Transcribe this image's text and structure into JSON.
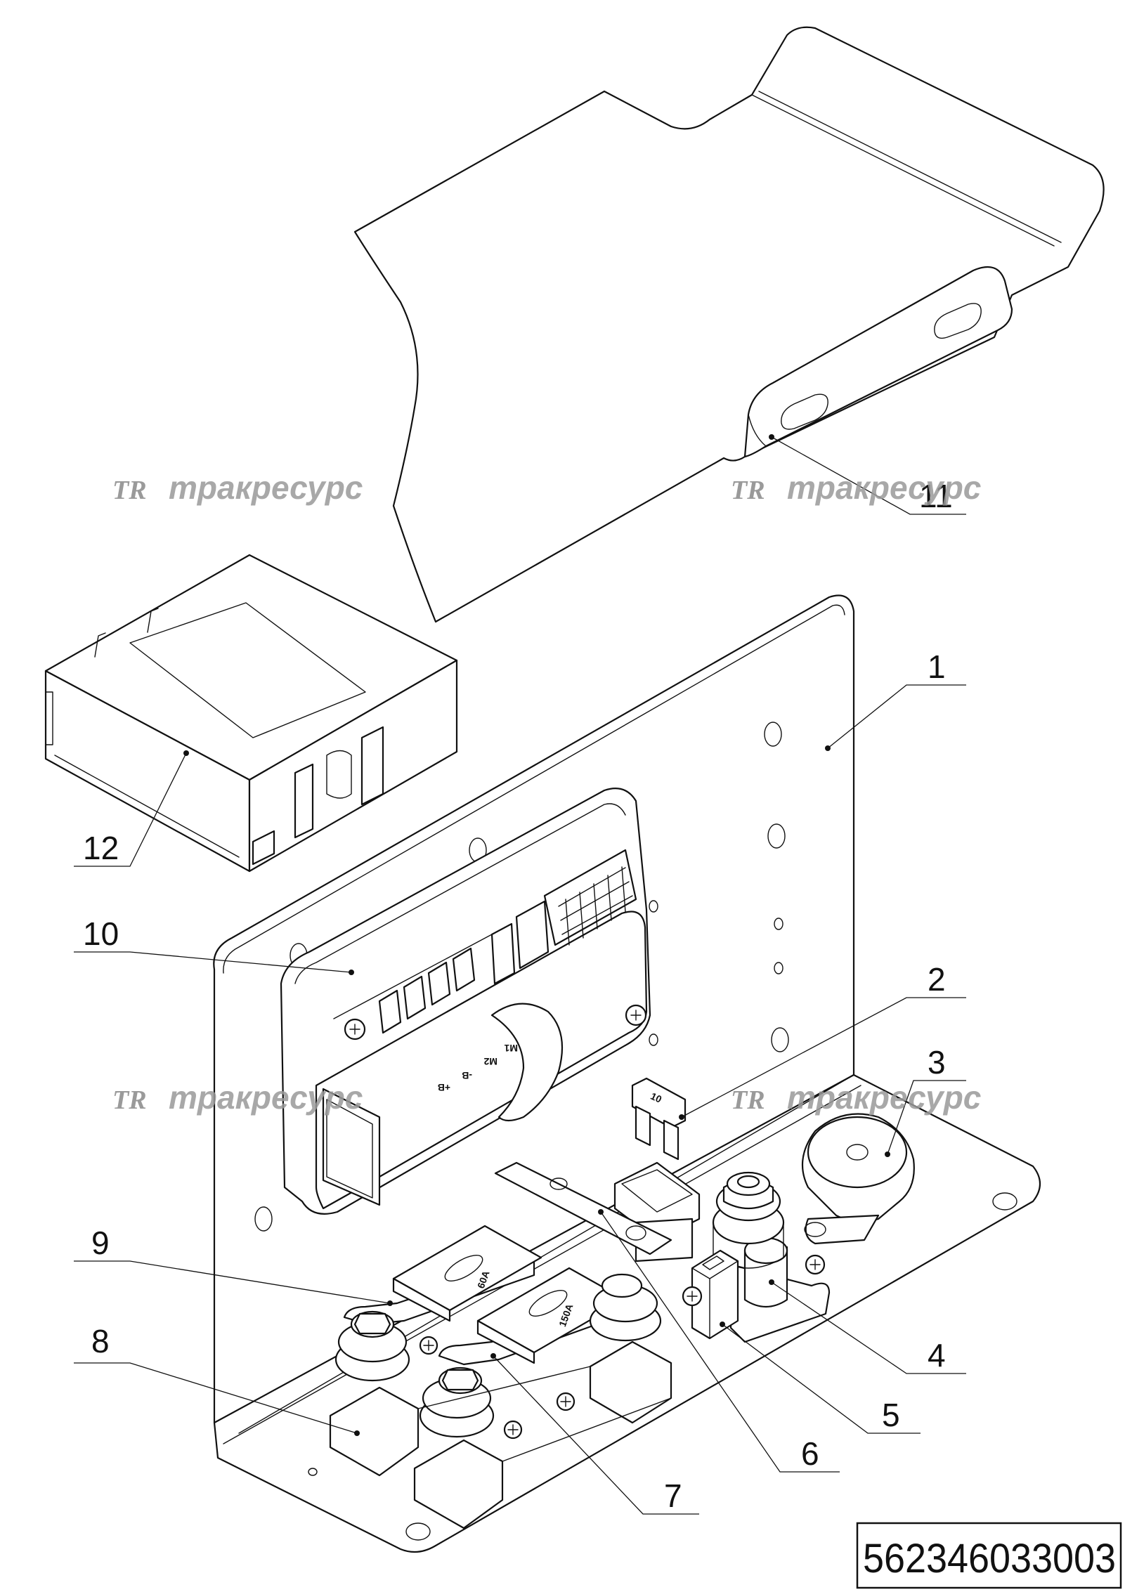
{
  "document_code": "562346033003",
  "watermark": "тракресурс",
  "callouts": [
    {
      "id": "1",
      "label": "1"
    },
    {
      "id": "2",
      "label": "2"
    },
    {
      "id": "3",
      "label": "3"
    },
    {
      "id": "4",
      "label": "4"
    },
    {
      "id": "5",
      "label": "5"
    },
    {
      "id": "6",
      "label": "6"
    },
    {
      "id": "7",
      "label": "7"
    },
    {
      "id": "8",
      "label": "8"
    },
    {
      "id": "9",
      "label": "9"
    },
    {
      "id": "10",
      "label": "10"
    },
    {
      "id": "11",
      "label": "11"
    },
    {
      "id": "12",
      "label": "12"
    }
  ],
  "markings": {
    "fuse_60": "60A",
    "fuse_150": "150A",
    "blade_fuse": "10",
    "terminal_b_plus": "+B",
    "terminal_b_minus": "-B",
    "terminal_m2": "M2",
    "terminal_m1": "M1"
  }
}
